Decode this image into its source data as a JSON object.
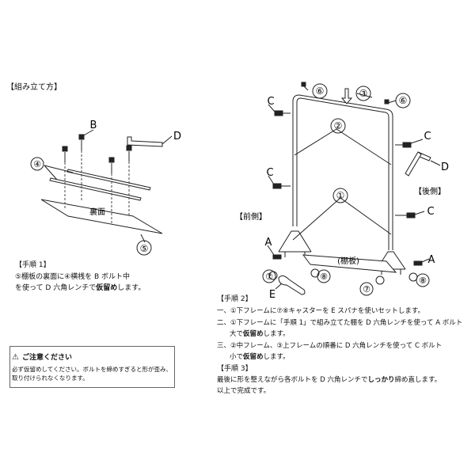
{
  "section_title": "【組み立て方】",
  "left_diagram": {
    "board_text": "裏面",
    "labels": {
      "four": "④",
      "five": "⑤"
    }
  },
  "right_diagram": {
    "front_label": "【前側】",
    "back_label": "【後側】",
    "shelf_text": "(棚板)",
    "labels": {
      "one": "①",
      "two": "②",
      "three": "③",
      "six": "⑥",
      "seven": "⑦",
      "eight": "⑧"
    }
  },
  "step1": {
    "title": "【手順 1】",
    "line1_pre": "⑤棚板の裏面に④横桟を B ボルト中",
    "line2_pre": "を使って D 六角レンチで",
    "line2_bold": "仮留め",
    "line2_post": "します。"
  },
  "caution": {
    "title": "ご注意ください",
    "line1": "必ず仮留めしてください。ボルトを締めすぎると形が歪み、",
    "line2": "取り付けられなくなります。"
  },
  "step2": {
    "title": "【手順 2】",
    "item1": "一、①下フレームに⑦⑧キャスターを E スパナを使いセットします。",
    "item2_line1": "二、①下フレームに「手順 1」で組み立てた棚を D 六角レンチを使って A ボルト",
    "item2_line2_pre": "大で",
    "item2_line2_bold": "仮留め",
    "item2_line2_post": "します。",
    "item3_line1": "三、②中フレーム、③上フレームの順番に D 六角レンチを使って C ボルト",
    "item3_line2_pre": "小で",
    "item3_line2_bold": "仮留め",
    "item3_line2_post": "します。"
  },
  "step3": {
    "title": "【手順 3】",
    "line1_pre": "最後に形を整えながら各ボルトを D 六角レンチで",
    "line1_bold": "しっかり",
    "line1_post": "締め直します。",
    "line2": "以上で完成です。"
  },
  "part_letters": {
    "a": "A",
    "b": "B",
    "c": "C",
    "d": "D",
    "e": "E"
  }
}
